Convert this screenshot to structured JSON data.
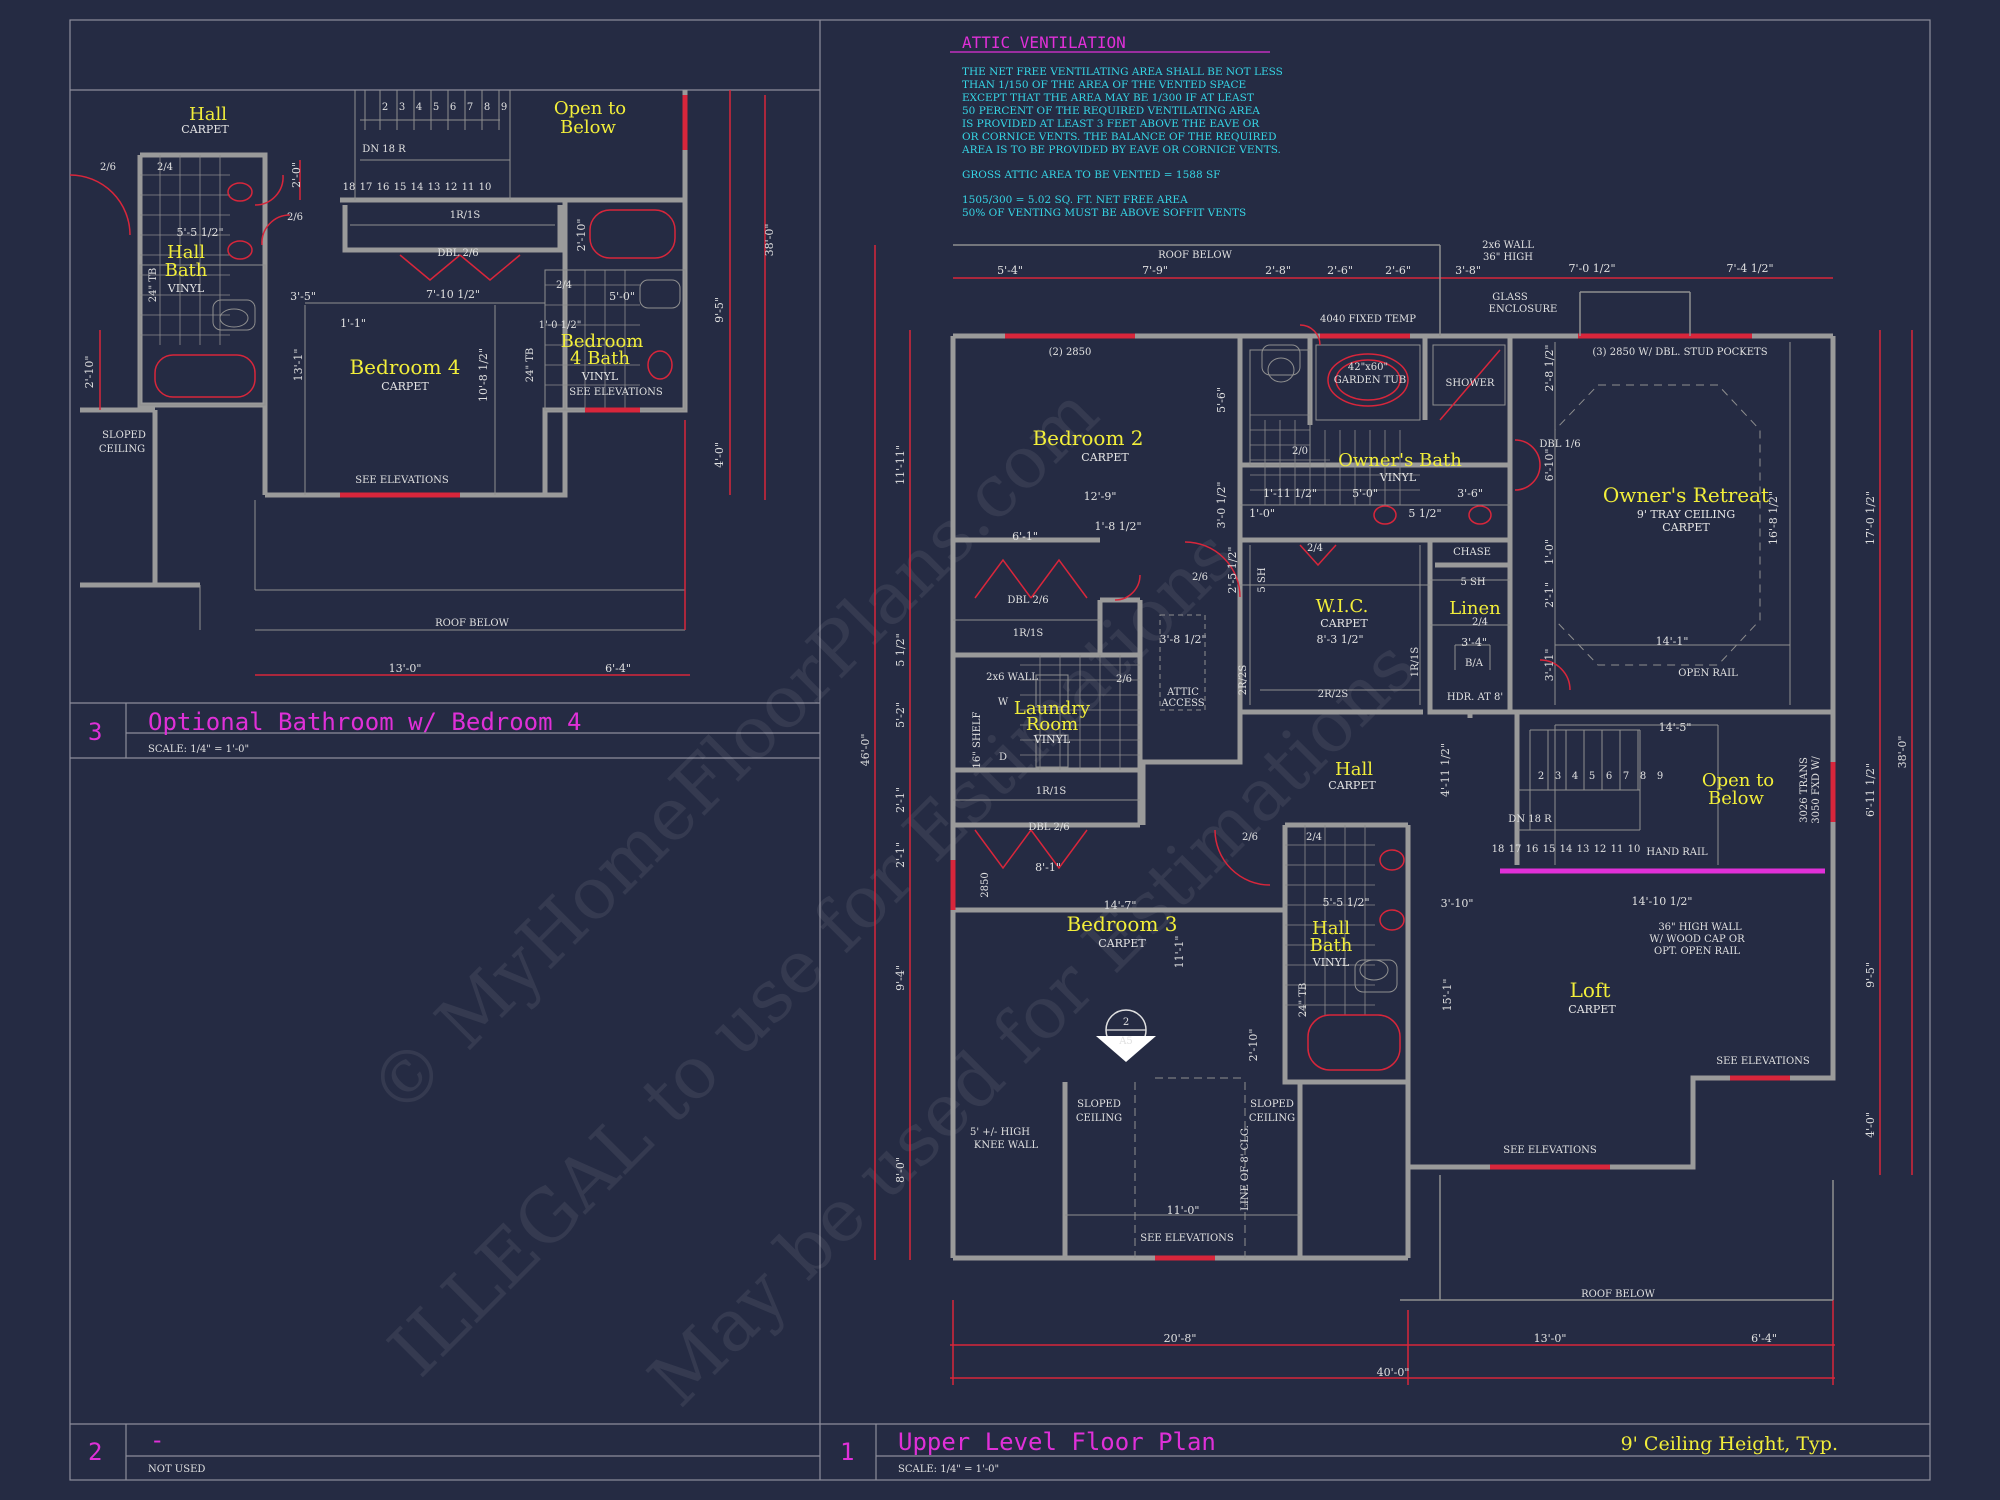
{
  "sheet": {
    "watermark": [
      "© MyHomeFloorPlans.com",
      "ILLEGAL to use for Estimations",
      "May be used for Estimations"
    ]
  },
  "attic": {
    "title": "ATTIC VENTILATION",
    "lines": [
      "THE NET FREE VENTILATING AREA SHALL BE NOT LESS",
      "THAN 1/150 OF THE AREA OF THE VENTED SPACE",
      "EXCEPT THAT THE AREA MAY BE 1/300 IF AT LEAST",
      "50 PERCENT OF THE REQUIRED VENTILATING AREA",
      "IS PROVIDED AT LEAST 3 FEET ABOVE THE EAVE OR",
      "OR CORNICE VENTS.  THE BALANCE OF THE REQUIRED",
      "AREA IS TO BE PROVIDED BY EAVE OR CORNICE VENTS."
    ],
    "gross": "GROSS ATTIC AREA TO BE VENTED = 1588 SF",
    "calc1": "1505/300 = 5.02 SQ. FT. NET FREE AREA",
    "calc2": "50% OF VENTING MUST BE ABOVE SOFFIT VENTS"
  },
  "panels": {
    "p3": {
      "num": "3",
      "title": "Optional Bathroom w/ Bedroom 4",
      "scale": "SCALE: 1/4\" = 1'-0\""
    },
    "p2": {
      "num": "2",
      "title": "-",
      "scale": "NOT USED"
    },
    "p1": {
      "num": "1",
      "title": "Upper Level Floor Plan",
      "scale": "SCALE: 1/4\" = 1'-0\"",
      "note": "9' Ceiling Height, Typ."
    }
  },
  "plan3": {
    "rooms": {
      "hall": "Hall",
      "hall_sub": "CARPET",
      "open1": "Open to",
      "open2": "Below",
      "hallbath1": "Hall",
      "hallbath2": "Bath",
      "hallbath_sub": "VINYL",
      "bed4": "Bedroom 4",
      "bed4_sub": "CARPET",
      "bed4bath1": "Bedroom",
      "bed4bath2": "4 Bath",
      "bed4bath_sub": "VINYL"
    },
    "labels": {
      "dn": "DN 18 R",
      "shelf": "1R/1S",
      "closet": "DBL 2/6",
      "see_elev": "SEE ELEVATIONS",
      "see_elev2": "SEE ELEVATIONS",
      "sloped1": "SLOPED",
      "sloped2": "CEILING",
      "roof_below": "ROOF BELOW",
      "tb": "24\" TB",
      "tb2": "24\" TB",
      "d26": "2/6",
      "d24": "2/4",
      "d26b": "2/6",
      "d24b": "2/4",
      "d10": "1'-0 1/2\"",
      "stairs_top": [
        "2",
        "3",
        "4",
        "5",
        "6",
        "7",
        "8",
        "9"
      ],
      "stairs_bot": [
        "18",
        "17",
        "16",
        "15",
        "14",
        "13",
        "12",
        "11",
        "10"
      ]
    },
    "dims": {
      "a": "5'-5 1/2\"",
      "b": "3'-5\"",
      "c": "1'-1\"",
      "d": "7'-10 1/2\"",
      "e": "5'-0\"",
      "f": "13'-1\"",
      "g": "10'-8 1/2\"",
      "h": "2'-10\"",
      "i": "2'-0\"",
      "j": "2'-10\"",
      "k": "9'-5\"",
      "l": "4'-0\"",
      "m": "38'-0\"",
      "n": "13'-0\"",
      "o": "6'-4\""
    }
  },
  "plan1": {
    "rooms": {
      "bed2": "Bedroom 2",
      "bed2_sub": "CARPET",
      "owners_bath": "Owner's Bath",
      "owners_bath_sub": "VINYL",
      "retreat": "Owner's Retreat",
      "retreat_sub1": "9' TRAY CEILING",
      "retreat_sub2": "CARPET",
      "wic": "W.I.C.",
      "wic_sub": "CARPET",
      "wic_dim": "8'-3 1/2\"",
      "linen": "Linen",
      "laundry1": "Laundry",
      "laundry2": "Room",
      "laundry_sub": "VINYL",
      "hall": "Hall",
      "hall_sub": "CARPET",
      "open1": "Open to",
      "open2": "Below",
      "bed3": "Bedroom 3",
      "bed3_sub": "CARPET",
      "hallbath1": "Hall",
      "hallbath2": "Bath",
      "hallbath_sub": "VINYL",
      "loft": "Loft",
      "loft_sub": "CARPET"
    },
    "labels": {
      "roof_below_top": "ROOF BELOW",
      "roof_below_bot": "ROOF BELOW",
      "wall26": "2x6 WALL",
      "wall36": "36\" HIGH",
      "glass1": "GLASS",
      "glass2": "ENCLOSURE",
      "fixed": "4040 FIXED TEMP",
      "tub1": "42\"x60\"",
      "tub2": "GARDEN TUB",
      "shower": "SHOWER",
      "win2850": "(2) 2850",
      "win3": "(3) 2850 W/ DBL. STUD POCKETS",
      "dbl16": "DBL 1/6",
      "chase": "CHASE",
      "sh5": "5 SH",
      "sh5b": "5 SH",
      "ba": "B/A",
      "hdr": "HDR. AT 8'",
      "openrail": "OPEN RAIL",
      "dbl26a": "DBL 2/6",
      "dbl26b": "DBL 2/6",
      "r1s1": "1R/1S",
      "r1s2": "1R/1S",
      "w2x6": "2x6 WALL",
      "shelf": "16\" SHELF",
      "w": "W",
      "d": "D",
      "attic1": "ATTIC",
      "attic2": "ACCESS",
      "r2s": "2R/2S",
      "r2s_v": "2R/2S",
      "r1s_v": "1R/1S",
      "dn": "DN 18 R",
      "handrail": "HAND RAIL",
      "wall36a": "36\" HIGH WALL",
      "wall36b": "W/ WOOD CAP OR",
      "wall36c": "OPT. OPEN RAIL",
      "trans1": "3026 TRANS",
      "trans2": "3050 FXD W/",
      "knee1": "5' +/- HIGH",
      "knee2": "KNEE WALL",
      "sloped1": "SLOPED",
      "sloped2": "CEILING",
      "sloped3": "SLOPED",
      "sloped4": "CEILING",
      "line8": "LINE OF 8' CLG.",
      "see_elev1": "SEE ELEVATIONS",
      "see_elev2": "SEE ELEVATIONS",
      "see_elev3": "SEE ELEVATIONS",
      "tb": "24\" TB",
      "w2850": "2850",
      "sec_top": "2",
      "sec_bot": "A5",
      "d26a": "2/6",
      "d24a": "2/4",
      "d26b": "2/6",
      "d26c": "2/6",
      "d24b": "2/4",
      "d20": "2/0",
      "d24c": "2/4",
      "stairs_top": [
        "2",
        "3",
        "4",
        "5",
        "6",
        "7",
        "8",
        "9"
      ],
      "stairs_bot": [
        "18",
        "17",
        "16",
        "15",
        "14",
        "13",
        "12",
        "11",
        "10"
      ]
    },
    "dims": {
      "t1": "5'-4\"",
      "t2": "7'-9\"",
      "t3": "2'-8\"",
      "t4": "2'-6\"",
      "t5": "2'-6\"",
      "t6": "3'-8\"",
      "t7": "7'-0 1/2\"",
      "t8": "7'-4 1/2\"",
      "b1": "20'-8\"",
      "b2": "13'-0\"",
      "b3": "6'-4\"",
      "b4": "40'-0\"",
      "l1": "11'-11\"",
      "l2": "5 1/2\"",
      "l3": "5'-2\"",
      "l4": "2'-1\"",
      "l5": "2'-1\"",
      "l6": "9'-4\"",
      "l7": "8'-0\"",
      "l_all": "46'-0\"",
      "r1": "17'-0 1/2\"",
      "r2": "6'-11 1/2\"",
      "r3": "9'-5\"",
      "r4": "4'-0\"",
      "r_all": "38'-0\"",
      "bed2w": "12'-9\"",
      "i1": "6'-1\"",
      "i2": "1'-8 1/2\"",
      "i3": "3'-8 1/2\"",
      "i4": "5'-6\"",
      "i5": "3'-0 1/2\"",
      "i6": "2'-5 1/2\"",
      "i7": "1'-11 1/2\"",
      "i8": "5'-0\"",
      "i9": "3'-6\"",
      "i10": "5 1/2\"",
      "i11": "1'-0\"",
      "i12": "2'-8 1/2\"",
      "i13": "6'-10\"",
      "i14": "1'-0\"",
      "i15": "2'-1\"",
      "i16": "3'-11\"",
      "i17": "16'-8 1/2\"",
      "i18": "14'-1\"",
      "i19": "3'-4\"",
      "i20": "14'-5\"",
      "i21": "4'-11 1/2\"",
      "i22": "3'-10\"",
      "i23": "14'-10 1/2\"",
      "i24": "14'-7\"",
      "i25": "8'-1\"",
      "i26": "11'-1\"",
      "i27": "5'-5 1/2\"",
      "i28": "2'-10\"",
      "i29": "11'-0\"",
      "i30": "15'-1\""
    }
  }
}
